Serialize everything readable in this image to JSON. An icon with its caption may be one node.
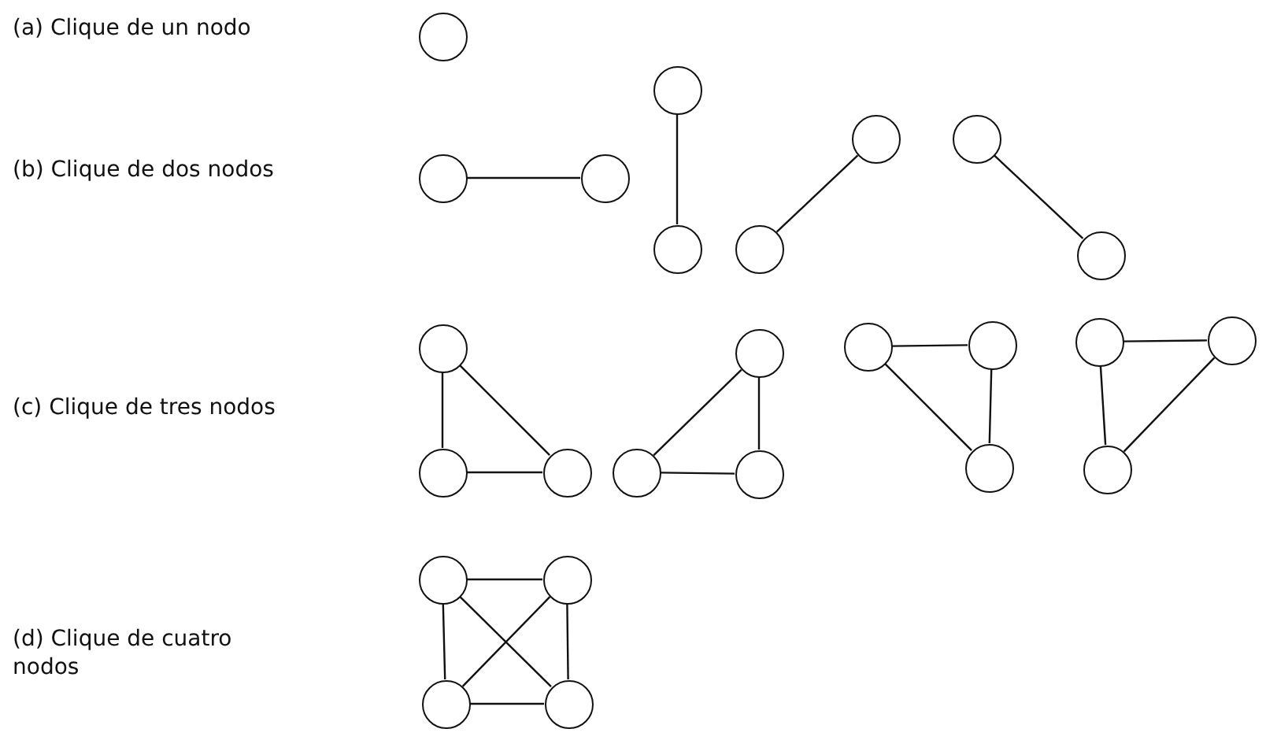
{
  "diagram": {
    "nodes": [
      {
        "text": [],
        "shape": "circle"
      },
      {
        "text": [],
        "shape": "circle"
      },
      {
        "text": [],
        "shape": "circle"
      },
      {
        "text": [],
        "shape": "circle"
      },
      {
        "text": [],
        "shape": "circle"
      },
      {
        "text": [],
        "shape": "circle"
      },
      {
        "text": [],
        "shape": "circle"
      },
      {
        "text": [],
        "shape": "circle"
      },
      {
        "text": [],
        "shape": "circle"
      },
      {
        "text": [],
        "shape": "circle"
      },
      {
        "text": [],
        "shape": "circle"
      },
      {
        "text": [],
        "shape": "circle"
      },
      {
        "text": [],
        "shape": "circle"
      },
      {
        "text": [],
        "shape": "circle"
      },
      {
        "text": [],
        "shape": "circle"
      },
      {
        "text": [],
        "shape": "circle"
      },
      {
        "text": [],
        "shape": "circle"
      },
      {
        "text": [],
        "shape": "circle"
      },
      {
        "text": [],
        "shape": "circle"
      },
      {
        "text": [],
        "shape": "circle"
      },
      {
        "text": [],
        "shape": "circle"
      },
      {
        "text": [],
        "shape": "circle"
      },
      {
        "text": [],
        "shape": "circle"
      },
      {
        "text": [],
        "shape": "circle"
      },
      {
        "text": [],
        "shape": "circle"
      }
    ],
    "edges": [
      {
        "from": 1,
        "to": 2,
        "arrow": "none"
      },
      {
        "from": 3,
        "to": 4,
        "arrow": "none"
      },
      {
        "from": 5,
        "to": 6,
        "arrow": "none"
      },
      {
        "from": 7,
        "to": 8,
        "arrow": "none"
      },
      {
        "from": 9,
        "to": 10,
        "arrow": "none"
      },
      {
        "from": 9,
        "to": 11,
        "arrow": "none"
      },
      {
        "from": 10,
        "to": 11,
        "arrow": "none"
      },
      {
        "from": 12,
        "to": 14,
        "arrow": "none"
      },
      {
        "from": 12,
        "to": 13,
        "arrow": "none"
      },
      {
        "from": 13,
        "to": 14,
        "arrow": "none"
      },
      {
        "from": 15,
        "to": 16,
        "arrow": "none"
      },
      {
        "from": 16,
        "to": 17,
        "arrow": "none"
      },
      {
        "from": 15,
        "to": 17,
        "arrow": "none"
      },
      {
        "from": 18,
        "to": 19,
        "arrow": "none"
      },
      {
        "from": 18,
        "to": 20,
        "arrow": "none"
      },
      {
        "from": 19,
        "to": 20,
        "arrow": "none"
      },
      {
        "from": 21,
        "to": 22,
        "arrow": "none"
      },
      {
        "from": 21,
        "to": 23,
        "arrow": "none"
      },
      {
        "from": 22,
        "to": 24,
        "arrow": "none"
      },
      {
        "from": 23,
        "to": 24,
        "arrow": "none"
      },
      {
        "from": 21,
        "to": 24,
        "arrow": "none"
      },
      {
        "from": 22,
        "to": 23,
        "arrow": "none"
      }
    ],
    "labels": [
      "(a) Clique de un nodo",
      "(b) Clique de dos nodos",
      "(c) Clique de tres nodos",
      "(d) Clique de cuatro nodos"
    ]
  }
}
